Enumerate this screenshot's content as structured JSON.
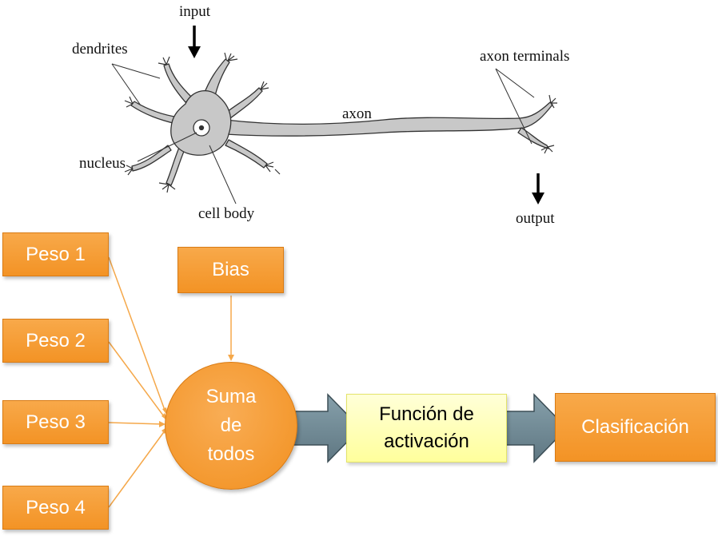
{
  "neuron": {
    "input": "input",
    "dendrites": "dendrites",
    "nucleus": "nucleus",
    "cell_body": "cell body",
    "axon": "axon",
    "axon_terminals": "axon terminals",
    "output": "output"
  },
  "flow": {
    "weights": [
      "Peso 1",
      "Peso 2",
      "Peso 3",
      "Peso 4"
    ],
    "bias": "Bias",
    "sum": "Suma\nde\ntodos",
    "activation": "Función de\nactivación",
    "classification": "Clasificación"
  },
  "colors": {
    "box_orange": "#f39325",
    "connector_orange": "#f5a84a",
    "activation_yellow": "#ffff9c",
    "arrow_slate": "#6f8792"
  }
}
